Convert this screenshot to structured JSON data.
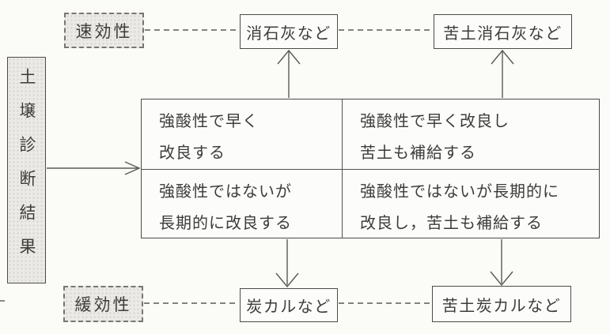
{
  "source": {
    "label": "土壌診断結果"
  },
  "speed": {
    "fast": "速効性",
    "slow": "緩効性"
  },
  "products": {
    "fast_plain": "消石灰など",
    "fast_magnesia": "苦土消石灰など",
    "slow_plain": "炭カルなど",
    "slow_magnesia": "苦土炭カルなど"
  },
  "matrix": {
    "top_left": {
      "line1": "強酸性で早く",
      "line2": "改良する"
    },
    "top_right": {
      "line1": "強酸性で早く改良し",
      "line2": "苦土も補給する"
    },
    "bottom_left": {
      "line1": "強酸性ではないが",
      "line2": "長期的に改良する"
    },
    "bottom_right": {
      "line1": "強酸性ではないが長期的に",
      "line2": "改良し，苦土も補給する"
    }
  },
  "colors": {
    "paper": "#fbfbf8",
    "box_border": "#4d4b47",
    "line_stroke": "#5b5955",
    "halftone_fill": "#eceae6",
    "text": "#3c3c3a"
  }
}
